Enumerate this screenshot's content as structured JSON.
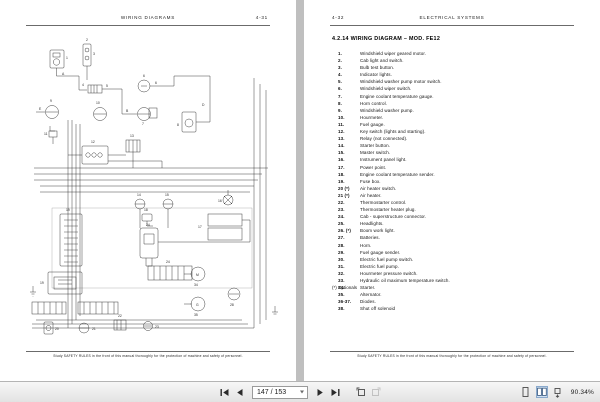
{
  "viewer": {
    "left_page": {
      "running_head": "WIRING DIAGRAMS",
      "folio": "4-31",
      "footer": "Study SAFETY RULES in the front of this manual thoroughly for the protection of machine and safety of personnel.",
      "content_type": "wiring-diagram"
    },
    "right_page": {
      "running_head": "ELECTRICAL SYSTEMS",
      "folio": "4-32",
      "section_title": "4.2.14 WIRING DIAGRAM – MOD. FE12",
      "footer": "Study SAFETY RULES in the front of this manual thoroughly for the protection of machine and safety of personnel.",
      "legend": [
        {
          "num": "1.",
          "text": "Windshield wiper geared motor."
        },
        {
          "num": "2.",
          "text": "Cab light and switch."
        },
        {
          "num": "3.",
          "text": "Bulb test button."
        },
        {
          "num": "4.",
          "text": "Indicator lights."
        },
        {
          "num": "5.",
          "text": "Windshield washer pump motor switch."
        },
        {
          "num": "6.",
          "text": "Windshield wiper switch."
        },
        {
          "num": "7.",
          "text": "Engine coolant temperature gauge."
        },
        {
          "num": "8.",
          "text": "Horn control."
        },
        {
          "num": "9.",
          "text": "Windshield washer pump."
        },
        {
          "num": "10.",
          "text": "Hourmeter."
        },
        {
          "num": "11.",
          "text": "Fuel gauge."
        },
        {
          "num": "12.",
          "text": "Key switch (lights and starting)."
        },
        {
          "num": "13.",
          "text": "Relay (not connected)."
        },
        {
          "num": "14.",
          "text": "Starter button."
        },
        {
          "num": "15.",
          "text": "Master switch."
        },
        {
          "num": "16.",
          "text": "Instrument panel light."
        },
        {
          "num": "17.",
          "text": "Power point."
        },
        {
          "num": "18.",
          "text": "Engine coolant temperature sender."
        },
        {
          "num": "19.",
          "text": "Fuse box."
        },
        {
          "num": "20 (*)",
          "text": "Air heater switch."
        },
        {
          "num": "21 (*)",
          "text": "Air heater."
        },
        {
          "num": "22.",
          "text": "Thermostarter control."
        },
        {
          "num": "23.",
          "text": "Thermostarter heater plug."
        },
        {
          "num": "24.",
          "text": "Cab - superstructure connector."
        },
        {
          "num": "25.",
          "text": "Headlights."
        },
        {
          "num": "26. (*)",
          "text": "Boom work light."
        },
        {
          "num": "27.",
          "text": "Batteries."
        },
        {
          "num": "28.",
          "text": "Horn."
        },
        {
          "num": "29.",
          "text": "Fuel gauge sender."
        },
        {
          "num": "30.",
          "text": "Electric fuel pump switch."
        },
        {
          "num": "31.",
          "text": "Electric fuel pump."
        },
        {
          "num": "32.",
          "text": "Hourmeter pressure switch."
        },
        {
          "num": "33.",
          "text": "Hydraulic oil maximum temperature switch."
        },
        {
          "num": "34.",
          "text": "Starter."
        },
        {
          "num": "35.",
          "text": "Alternator."
        },
        {
          "num": "36-37.",
          "text": "Diodes."
        },
        {
          "num": "38.",
          "text": "Shut off solenoid"
        }
      ],
      "footnote": "(*) Optionals"
    }
  },
  "toolbar": {
    "first_page_label": "First page",
    "prev_page_label": "Previous page",
    "page_value": "147 / 153",
    "page_placeholder": "147 / 153",
    "next_page_label": "Next page",
    "last_page_label": "Last page",
    "single_page_label": "Single page view",
    "facing_pages_label": "Facing pages view",
    "continuous_label": "Continuous scroll",
    "fit_page_label": "Fit page",
    "fit_width_label": "Fit width",
    "zoom_value": "90.34%"
  }
}
